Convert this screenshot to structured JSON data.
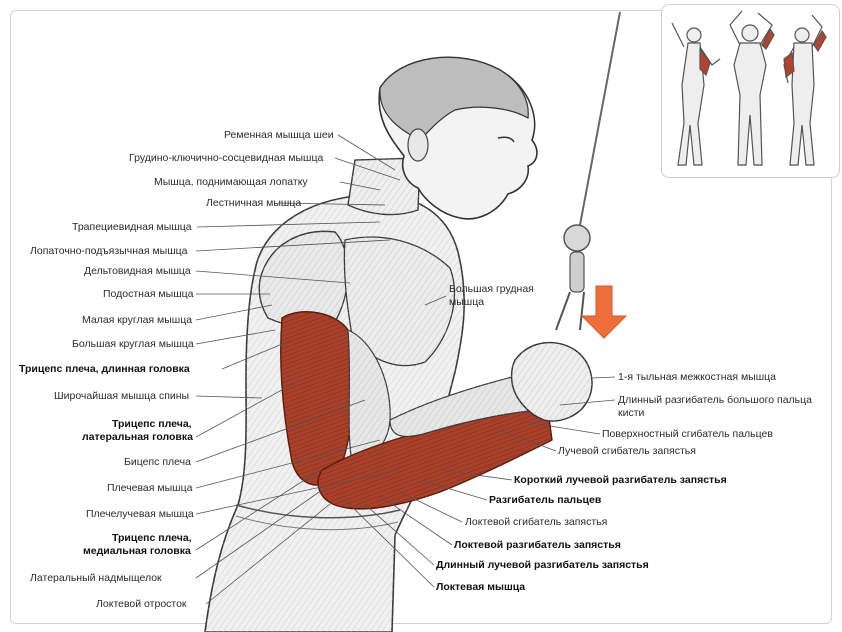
{
  "colors": {
    "muscle": "#a8402a",
    "muscle_dark": "#7c2a18",
    "arrow": "#ee6f3c",
    "line": "#555555"
  },
  "labels": {
    "l1": "Ременная мышца шеи",
    "l2": "Грудино-ключично-сосцевидная мышца",
    "l3": "Мышца, поднимающая лопатку",
    "l4": "Лестничная мышца",
    "l5": "Трапециевидная мышца",
    "l6": "Лопаточно-подъязычная мышца",
    "l7": "Дельтовидная мышца",
    "l8": "Подостная мышца",
    "l9": "Малая круглая мышца",
    "l10": "Большая круглая мышца",
    "l11": "Трицепс плеча, длинная головка",
    "l12": "Широчайшая мышца спины",
    "l13a": "Трицепс плеча,",
    "l13b": "латеральная головка",
    "l14": "Бицепс плеча",
    "l15": "Плечевая мышца",
    "l16": "Плечелучевая мышца",
    "l17a": "Трицепс плеча,",
    "l17b": "медиальная головка",
    "l18": "Латеральный надмыщелок",
    "l19": "Локтевой отросток",
    "r1a": "Большая грудная",
    "r1b": "мышца",
    "r2": "1-я тыльная межкостная мышца",
    "r3a": "Длинный разгибатель большого пальца",
    "r3b": "кисти",
    "r4": "Поверхностный сгибатель пальцев",
    "r5": "Лучевой сгибатель запястья",
    "r6": "Короткий лучевой разгибатель запястья",
    "r7": "Разгибатель пальцев",
    "r8": "Локтевой сгибатель запястья",
    "r9": "Локтевой разгибатель запястья",
    "r10": "Длинный лучевой разгибатель запястья",
    "r11": "Локтевая мышца"
  }
}
